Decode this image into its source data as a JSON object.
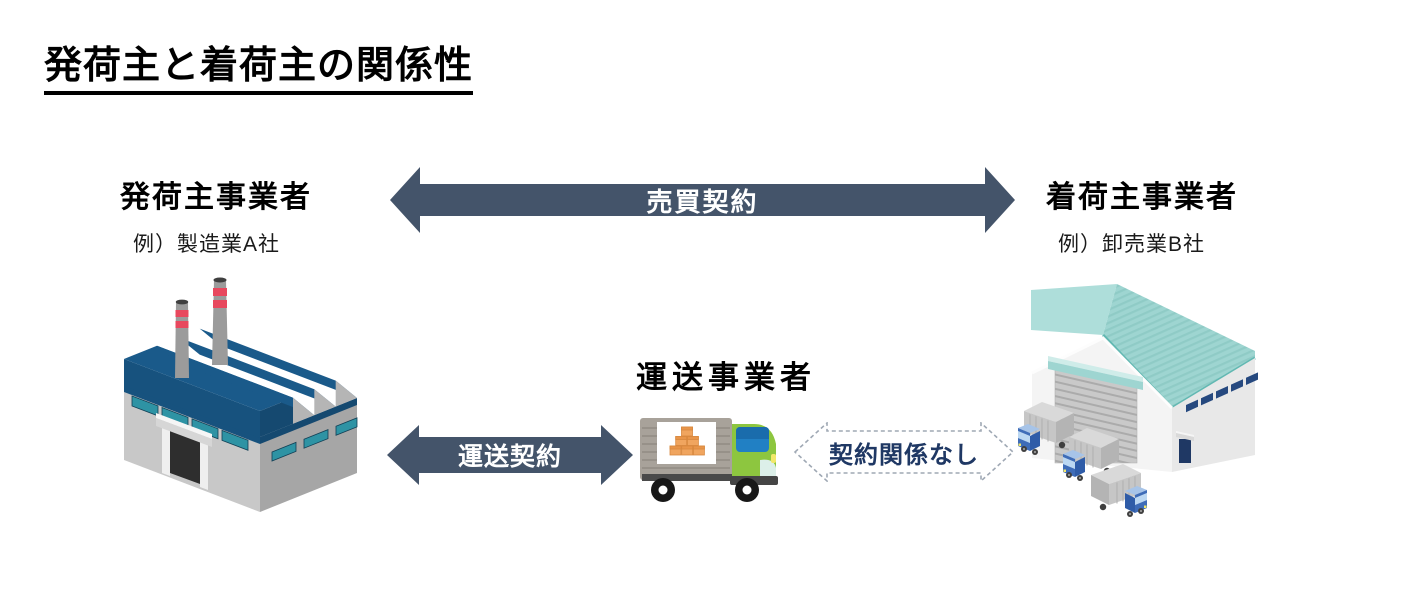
{
  "title": "発荷主と着荷主の関係性",
  "shipper": {
    "label": "発荷主事業者",
    "example": "例）製造業A社"
  },
  "consignee": {
    "label": "着荷主事業者",
    "example": "例）卸売業B社"
  },
  "carrier": {
    "label": "運送事業者"
  },
  "contracts": {
    "sales": "売買契約",
    "transport": "運送契約",
    "none": "契約関係なし"
  },
  "colors": {
    "arrow_fill": "#44546A",
    "arrow_text": "#FFFFFF",
    "no_contract_text": "#1F3864",
    "dashed_outline": "#9FA8B4",
    "title_text": "#000000",
    "factory_roof": "#1A5A8A",
    "factory_wall": "#C8C8C8",
    "warehouse_roof": "#9ED5D1",
    "truck_cab_green": "#8DC63F",
    "cargo_box_orange": "#F0A55F",
    "mini_truck_blue": "#3E6CB8"
  },
  "icons": {
    "factory": "factory-icon",
    "warehouse": "warehouse-icon",
    "delivery_truck": "delivery-truck-icon",
    "parked_trucks": "parked-trucks-icon"
  }
}
